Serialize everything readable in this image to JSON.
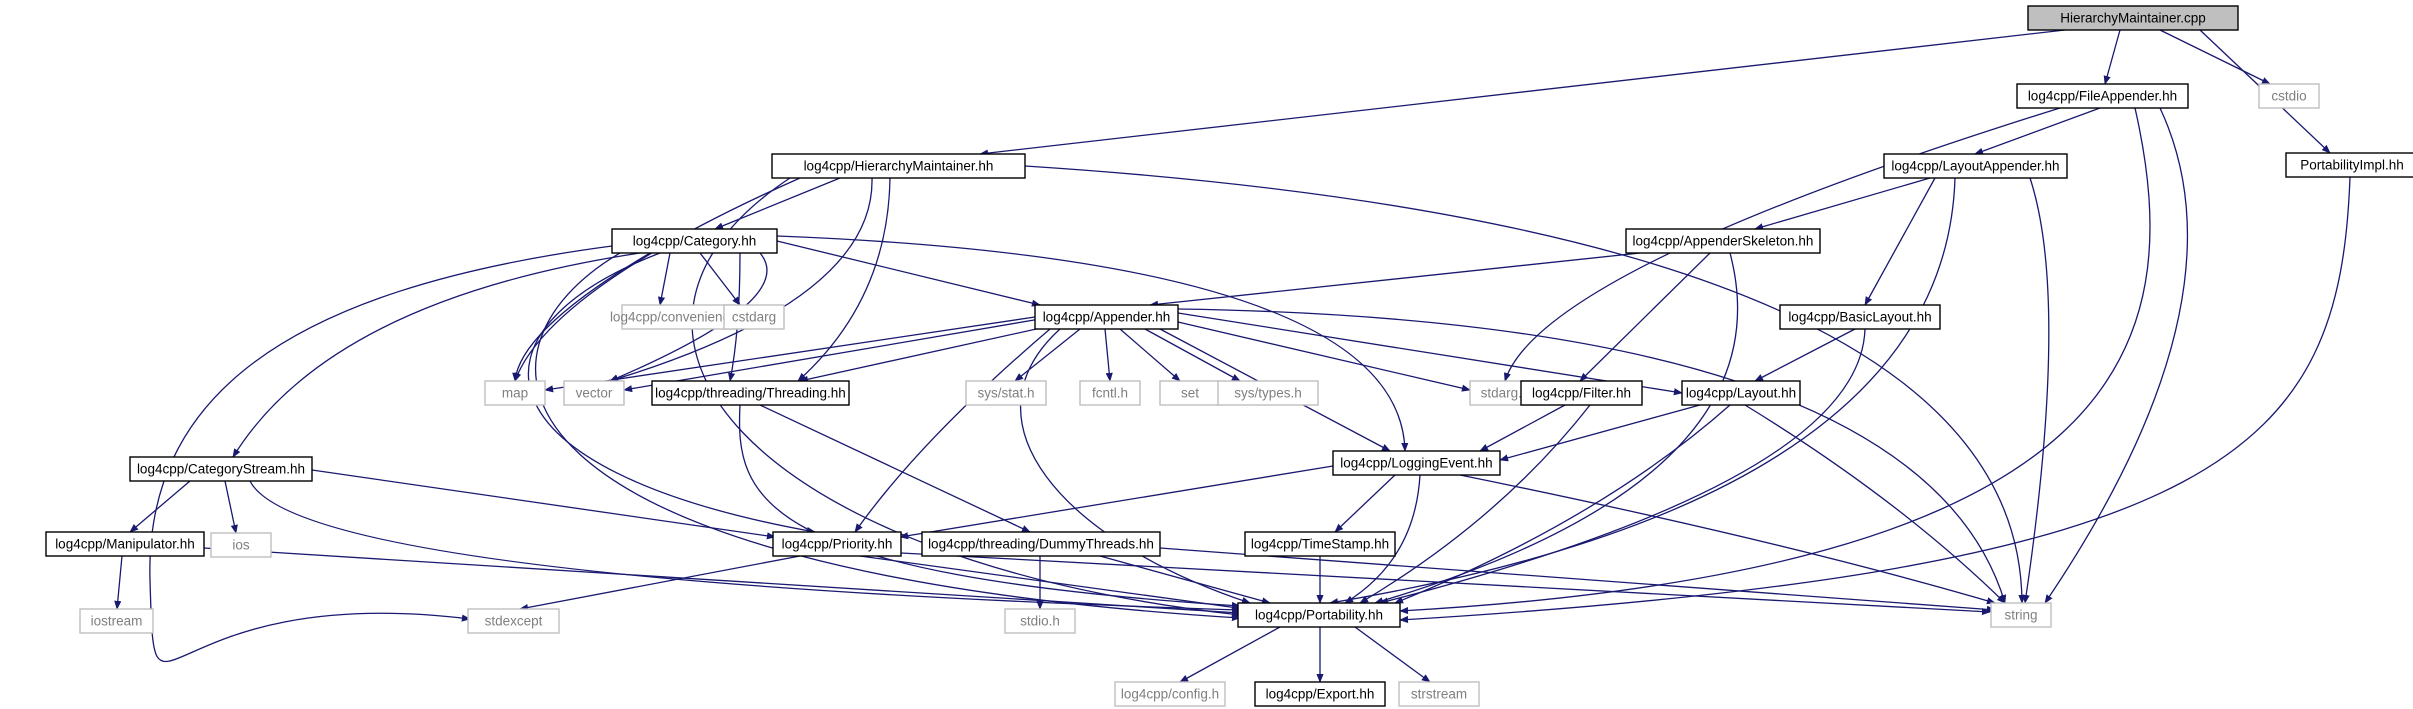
{
  "diagram": {
    "palette": {
      "edge": "#191970",
      "root_fill": "#bfbfbf",
      "box_border": "#000000",
      "external_border": "#bfbfbf",
      "external_text": "#7f7f7f"
    },
    "nodes": [
      {
        "id": "root",
        "label": "HierarchyMaintainer.cpp",
        "kind": "root"
      },
      {
        "id": "hm",
        "label": "log4cpp/HierarchyMaintainer.hh",
        "kind": "file"
      },
      {
        "id": "fa",
        "label": "log4cpp/FileAppender.hh",
        "kind": "file"
      },
      {
        "id": "cstdio",
        "label": "cstdio",
        "kind": "external"
      },
      {
        "id": "pimpl",
        "label": "PortabilityImpl.hh",
        "kind": "file"
      },
      {
        "id": "la",
        "label": "log4cpp/LayoutAppender.hh",
        "kind": "file"
      },
      {
        "id": "cat",
        "label": "log4cpp/Category.hh",
        "kind": "file"
      },
      {
        "id": "as",
        "label": "log4cpp/AppenderSkeleton.hh",
        "kind": "file"
      },
      {
        "id": "conv",
        "label": "log4cpp/convenience.h",
        "kind": "external"
      },
      {
        "id": "cstdarg",
        "label": "cstdarg",
        "kind": "external"
      },
      {
        "id": "app",
        "label": "log4cpp/Appender.hh",
        "kind": "file"
      },
      {
        "id": "bl",
        "label": "log4cpp/BasicLayout.hh",
        "kind": "file"
      },
      {
        "id": "map",
        "label": "map",
        "kind": "external"
      },
      {
        "id": "vector",
        "label": "vector",
        "kind": "external"
      },
      {
        "id": "thr",
        "label": "log4cpp/threading/Threading.hh",
        "kind": "file"
      },
      {
        "id": "sysstat",
        "label": "sys/stat.h",
        "kind": "external"
      },
      {
        "id": "fcntl",
        "label": "fcntl.h",
        "kind": "external"
      },
      {
        "id": "set",
        "label": "set",
        "kind": "external"
      },
      {
        "id": "systypes",
        "label": "sys/types.h",
        "kind": "external"
      },
      {
        "id": "stdarg",
        "label": "stdarg.h",
        "kind": "external"
      },
      {
        "id": "filter",
        "label": "log4cpp/Filter.hh",
        "kind": "file"
      },
      {
        "id": "layout",
        "label": "log4cpp/Layout.hh",
        "kind": "file"
      },
      {
        "id": "le",
        "label": "log4cpp/LoggingEvent.hh",
        "kind": "file"
      },
      {
        "id": "cs",
        "label": "log4cpp/CategoryStream.hh",
        "kind": "file"
      },
      {
        "id": "ios",
        "label": "ios",
        "kind": "external"
      },
      {
        "id": "manip",
        "label": "log4cpp/Manipulator.hh",
        "kind": "file"
      },
      {
        "id": "prio",
        "label": "log4cpp/Priority.hh",
        "kind": "file"
      },
      {
        "id": "dt",
        "label": "log4cpp/threading/DummyThreads.hh",
        "kind": "file"
      },
      {
        "id": "ts",
        "label": "log4cpp/TimeStamp.hh",
        "kind": "file"
      },
      {
        "id": "iostream",
        "label": "iostream",
        "kind": "external"
      },
      {
        "id": "stdexcept",
        "label": "stdexcept",
        "kind": "external"
      },
      {
        "id": "stdio",
        "label": "stdio.h",
        "kind": "external"
      },
      {
        "id": "port",
        "label": "log4cpp/Portability.hh",
        "kind": "file"
      },
      {
        "id": "string",
        "label": "string",
        "kind": "external"
      },
      {
        "id": "config",
        "label": "log4cpp/config.h",
        "kind": "external"
      },
      {
        "id": "export",
        "label": "log4cpp/Export.hh",
        "kind": "file"
      },
      {
        "id": "strstream",
        "label": "strstream",
        "kind": "external"
      }
    ],
    "edges": [
      [
        "root",
        "hm"
      ],
      [
        "root",
        "fa"
      ],
      [
        "root",
        "cstdio"
      ],
      [
        "root",
        "pimpl"
      ],
      [
        "hm",
        "cat"
      ],
      [
        "hm",
        "map"
      ],
      [
        "hm",
        "vector"
      ],
      [
        "hm",
        "thr"
      ],
      [
        "hm",
        "port"
      ],
      [
        "hm",
        "string"
      ],
      [
        "fa",
        "la"
      ],
      [
        "fa",
        "stdarg"
      ],
      [
        "fa",
        "port"
      ],
      [
        "fa",
        "string"
      ],
      [
        "pimpl",
        "port"
      ],
      [
        "la",
        "as"
      ],
      [
        "la",
        "bl"
      ],
      [
        "la",
        "port"
      ],
      [
        "la",
        "string"
      ],
      [
        "as",
        "app"
      ],
      [
        "as",
        "filter"
      ],
      [
        "as",
        "port"
      ],
      [
        "bl",
        "layout"
      ],
      [
        "bl",
        "port"
      ],
      [
        "cat",
        "conv"
      ],
      [
        "cat",
        "cstdarg"
      ],
      [
        "cat",
        "app"
      ],
      [
        "cat",
        "map"
      ],
      [
        "cat",
        "vector"
      ],
      [
        "cat",
        "thr"
      ],
      [
        "cat",
        "le"
      ],
      [
        "cat",
        "cs"
      ],
      [
        "cat",
        "prio"
      ],
      [
        "cat",
        "stdexcept"
      ],
      [
        "cat",
        "port"
      ],
      [
        "app",
        "map"
      ],
      [
        "app",
        "vector"
      ],
      [
        "app",
        "thr"
      ],
      [
        "app",
        "sysstat"
      ],
      [
        "app",
        "fcntl"
      ],
      [
        "app",
        "set"
      ],
      [
        "app",
        "systypes"
      ],
      [
        "app",
        "stdarg"
      ],
      [
        "app",
        "layout"
      ],
      [
        "app",
        "le"
      ],
      [
        "app",
        "prio"
      ],
      [
        "app",
        "port"
      ],
      [
        "app",
        "string"
      ],
      [
        "filter",
        "le"
      ],
      [
        "filter",
        "port"
      ],
      [
        "layout",
        "le"
      ],
      [
        "layout",
        "port"
      ],
      [
        "layout",
        "string"
      ],
      [
        "le",
        "prio"
      ],
      [
        "le",
        "ts"
      ],
      [
        "le",
        "port"
      ],
      [
        "le",
        "string"
      ],
      [
        "thr",
        "dt"
      ],
      [
        "thr",
        "port"
      ],
      [
        "cs",
        "manip"
      ],
      [
        "cs",
        "ios"
      ],
      [
        "cs",
        "prio"
      ],
      [
        "cs",
        "port"
      ],
      [
        "manip",
        "iostream"
      ],
      [
        "manip",
        "port"
      ],
      [
        "prio",
        "stdexcept"
      ],
      [
        "prio",
        "port"
      ],
      [
        "prio",
        "string"
      ],
      [
        "dt",
        "stdio"
      ],
      [
        "dt",
        "port"
      ],
      [
        "dt",
        "string"
      ],
      [
        "ts",
        "port"
      ],
      [
        "port",
        "config"
      ],
      [
        "port",
        "export"
      ],
      [
        "port",
        "strstream"
      ]
    ]
  }
}
